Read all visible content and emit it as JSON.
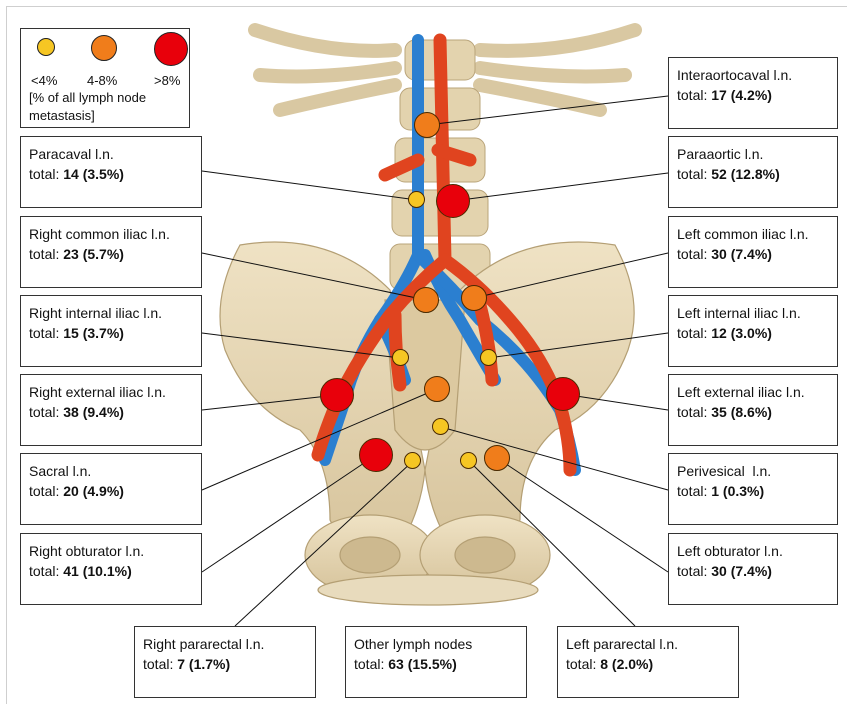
{
  "legend": {
    "small_label": "<4%",
    "medium_label": "4-8%",
    "large_label": ">8%",
    "note_line1": "[% of all lymph node",
    "note_line2": "metastasis]",
    "colors": {
      "small": "#f6c623",
      "medium": "#f07d1b",
      "large": "#e8000b"
    }
  },
  "nodes": {
    "interaortocaval": {
      "name": "Interaortocaval l.n.",
      "prefix": "total: ",
      "value": "17 (4.2%)"
    },
    "paracaval": {
      "name": "Paracaval l.n.",
      "prefix": "total: ",
      "value": "14 (3.5%)"
    },
    "paraaortic": {
      "name": "Paraaortic l.n.",
      "prefix": "total: ",
      "value": "52 (12.8%)"
    },
    "right_common_iliac": {
      "name": "Right common iliac l.n.",
      "prefix": "total: ",
      "value": "23 (5.7%)"
    },
    "left_common_iliac": {
      "name": "Left common iliac l.n.",
      "prefix": "total: ",
      "value": "30 (7.4%)"
    },
    "right_internal_iliac": {
      "name": "Right internal iliac l.n.",
      "prefix": "total: ",
      "value": "15 (3.7%)"
    },
    "left_internal_iliac": {
      "name": "Left internal iliac l.n.",
      "prefix": "total: ",
      "value": "12 (3.0%)"
    },
    "right_external_iliac": {
      "name": "Right external iliac l.n.",
      "prefix": "total: ",
      "value": "38 (9.4%)"
    },
    "left_external_iliac": {
      "name": "Left external iliac l.n.",
      "prefix": "total: ",
      "value": "35 (8.6%)"
    },
    "sacral": {
      "name": "Sacral l.n.",
      "prefix": "total: ",
      "value": "20 (4.9%)"
    },
    "perivesical": {
      "name": "Perivesical  l.n.",
      "prefix": "total: ",
      "value": "1 (0.3%)"
    },
    "right_obturator": {
      "name": "Right obturator l.n.",
      "prefix": "total: ",
      "value": "41 (10.1%)"
    },
    "left_obturator": {
      "name": "Left obturator l.n.",
      "prefix": "total: ",
      "value": "30 (7.4%)"
    },
    "right_pararectal": {
      "name": "Right pararectal l.n.",
      "prefix": "total: ",
      "value": "7 (1.7%)"
    },
    "other": {
      "name": "Other lymph nodes",
      "prefix": "total: ",
      "value": "63 (15.5%)"
    },
    "left_pararectal": {
      "name": "Left pararectal l.n.",
      "prefix": "total: ",
      "value": "8 (2.0%)"
    }
  }
}
